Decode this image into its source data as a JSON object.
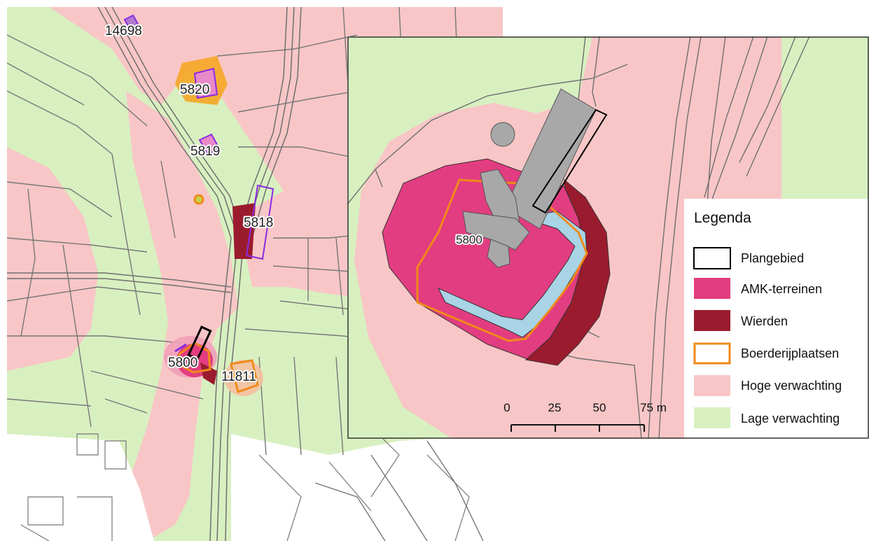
{
  "colors": {
    "plangebied": "#000000",
    "amk": "#e23d80",
    "wierden": "#9b1b2e",
    "boerderij": "#f08a1a",
    "hoge": "#f8c6c6",
    "lage": "#d8f0c0",
    "road": "#777777",
    "water": "#a8d4e6",
    "building": "#a8a8a8"
  },
  "overview_labels": [
    "14698",
    "5820",
    "5819",
    "5818",
    "5800",
    "11811"
  ],
  "detail_label": "5800",
  "legend": {
    "title": "Legenda",
    "items": [
      {
        "label": "Plangebied",
        "key": "plangebied"
      },
      {
        "label": "AMK-terreinen",
        "key": "amk"
      },
      {
        "label": "Wierden",
        "key": "wierden"
      },
      {
        "label": "Boerderijplaatsen",
        "key": "boerderij"
      },
      {
        "label": "Hoge verwachting",
        "key": "hoge"
      },
      {
        "label": "Lage verwachting",
        "key": "lage"
      }
    ]
  },
  "scalebar": {
    "ticks": [
      "0",
      "25",
      "50",
      "75 m"
    ]
  }
}
